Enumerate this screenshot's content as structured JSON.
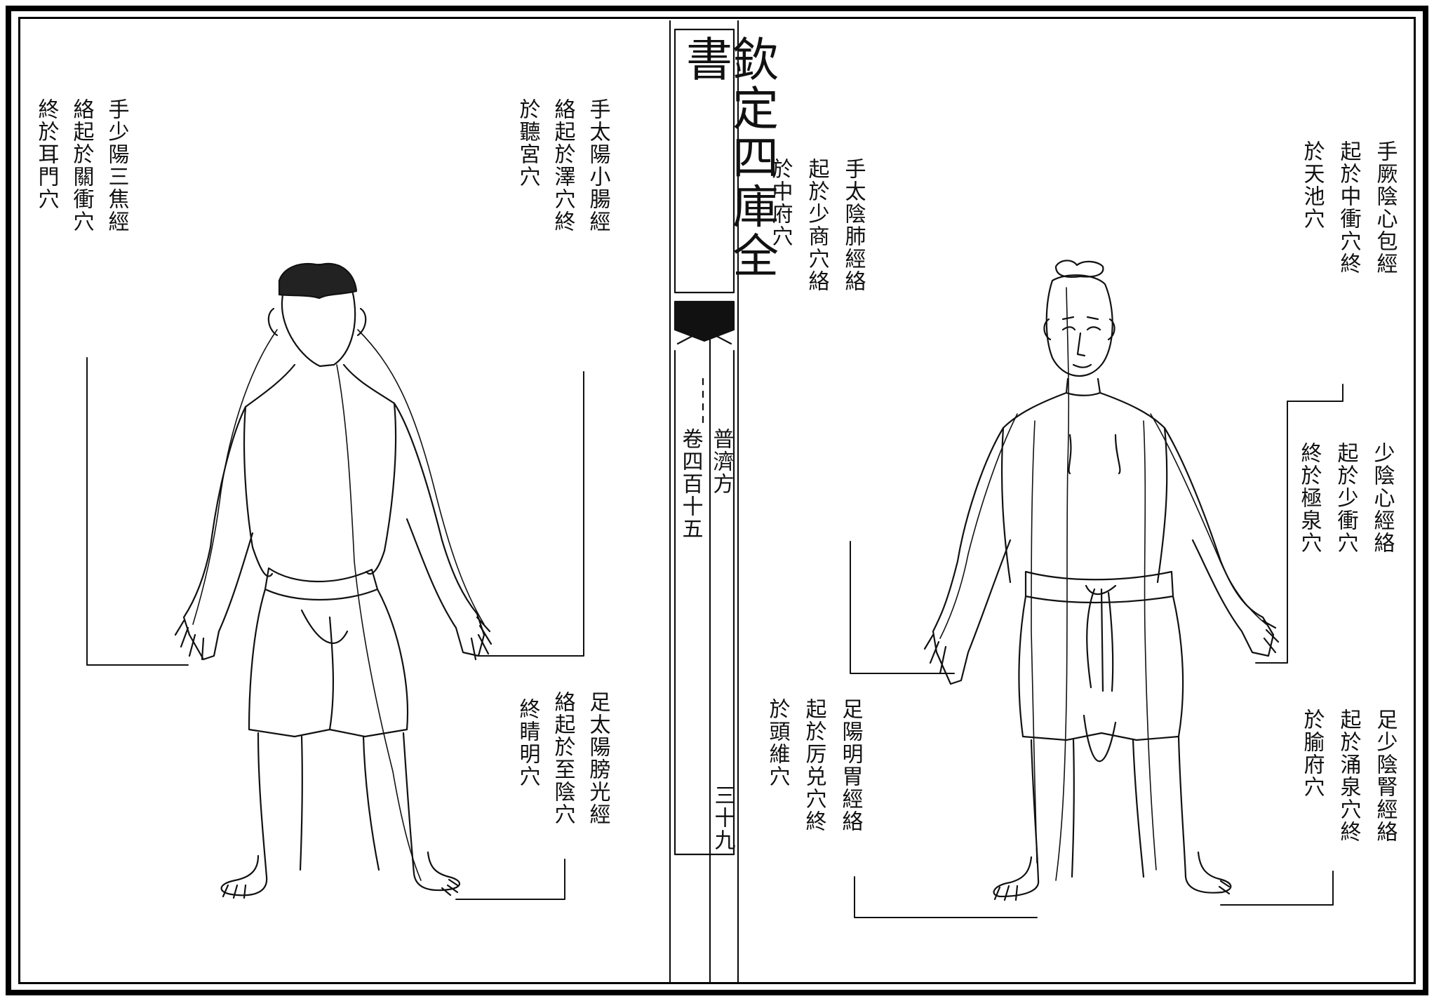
{
  "book": {
    "title": "欽定四庫全書",
    "collection": "普濟方",
    "volume": "卷四百十五",
    "page_number": "三十九"
  },
  "left_figure": {
    "captions": [
      {
        "lines": [
          "手少陽三焦經",
          "絡起於關衝穴",
          "終於耳門穴"
        ]
      },
      {
        "lines": [
          "手太陽小腸經",
          "絡起於澤穴終",
          "於聽宮穴"
        ]
      },
      {
        "lines": [
          "足太陽膀光經",
          "絡起於至陰穴",
          "終睛明穴"
        ]
      }
    ]
  },
  "right_figure": {
    "captions": [
      {
        "lines": [
          "手太陰肺經絡",
          "起於少商穴絡",
          "於中府穴"
        ]
      },
      {
        "lines": [
          "手厥陰心包經",
          "起於中衝穴終",
          "於天池穴"
        ]
      },
      {
        "lines": [
          "少陰心經絡",
          "起於少衝穴",
          "終於極泉穴"
        ]
      },
      {
        "lines": [
          "足陽明胃經絡",
          "起於厉兑穴終",
          "於頭維穴"
        ]
      },
      {
        "lines": [
          "足少陰腎經絡",
          "起於涌泉穴終",
          "於腧府穴"
        ]
      }
    ]
  },
  "colors": {
    "ink": "#111111",
    "paper": "#ffffff",
    "frame": "#000000"
  }
}
